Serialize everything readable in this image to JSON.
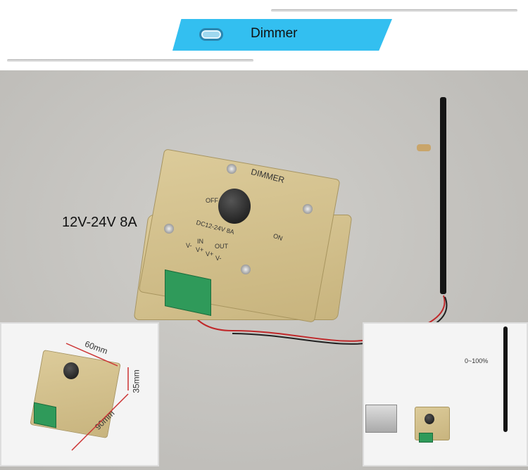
{
  "header": {
    "title": "Dimmer",
    "icon": "pill-icon",
    "accent": "#33bff0"
  },
  "photo": {
    "spec_label": "12V-24V 8A",
    "device": {
      "brand": "DIMMER",
      "off": "OFF",
      "on": "ON",
      "rating": "DC12-24V 8A",
      "in": "IN",
      "out": "OUT",
      "terminals": [
        "V-",
        "V+",
        "V+",
        "V-"
      ]
    }
  },
  "inset_left": {
    "width": "60mm",
    "height": "35mm",
    "length": "90mm"
  },
  "inset_right": {
    "range": "0~100%"
  }
}
